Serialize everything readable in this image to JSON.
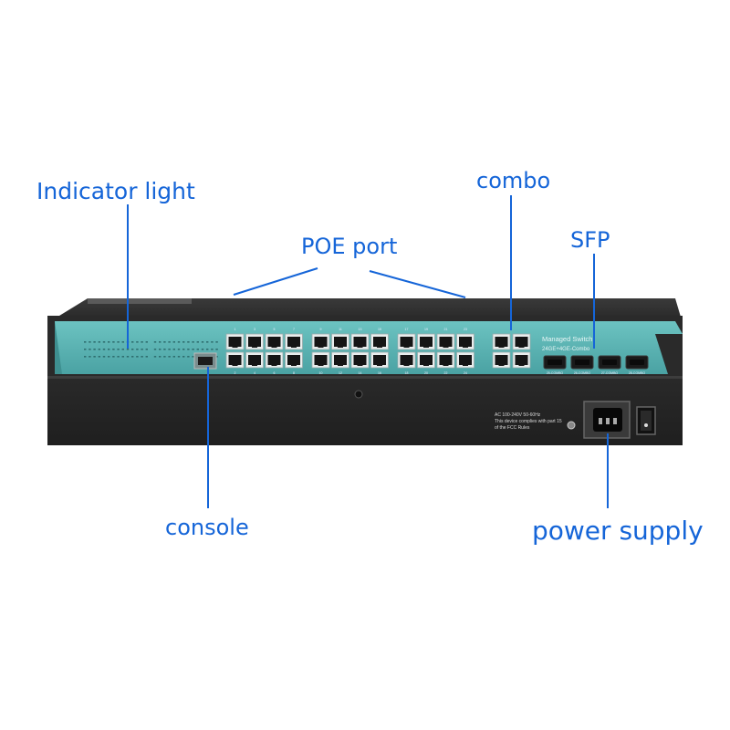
{
  "callouts": {
    "indicator_light": "Indicator light",
    "poe_port": "POE port",
    "combo": "combo",
    "sfp": "SFP",
    "console": "console",
    "power_supply": "power supply"
  },
  "device": {
    "brand_line1": "Managed Switch",
    "brand_line2": "24GE+4GE-Combo",
    "sfp_labels": [
      "25-COMBO",
      "26-COMBO",
      "27-COMBO",
      "28-COMBO"
    ],
    "port_numbers_top": [
      "1",
      "3",
      "5",
      "7",
      "9",
      "11",
      "13",
      "15",
      "17",
      "19",
      "21",
      "23",
      "25",
      "27"
    ],
    "port_numbers_bottom": [
      "2",
      "4",
      "6",
      "8",
      "10",
      "12",
      "14",
      "16",
      "18",
      "20",
      "22",
      "24",
      "26",
      "28"
    ],
    "rear_text": [
      "AC 100-240V 50-60Hz",
      "This device complies with part 15",
      "of the FCC Rules"
    ]
  },
  "colors": {
    "callout": "#1565d8",
    "front_panel": "#5fb7b7",
    "chassis": "#2b2b2b"
  }
}
